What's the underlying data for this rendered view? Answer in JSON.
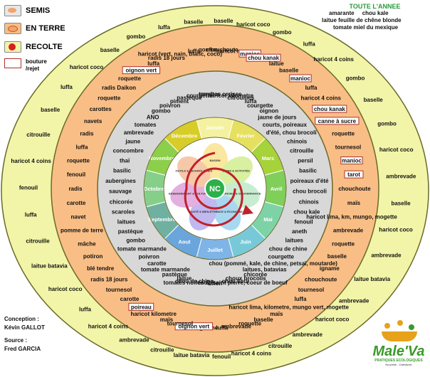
{
  "legend": {
    "semis": "SEMIS",
    "en_terre": "EN TERRE",
    "recolte": "RECOLTE",
    "bouture": "bouture",
    "rejet": "/rejet"
  },
  "toute_annee": {
    "title": "TOUTE L'ANNEE",
    "line1a": "amarante",
    "line1b": "chou kale",
    "line2": "laitue feuille de chêne blonde",
    "line3": "tomate miel du mexique"
  },
  "credits": {
    "conception_label": "Conception :",
    "conception_name": "Kévin GALLOT",
    "source_label": "Source :",
    "source_name": "Fred GARCIA"
  },
  "logo": {
    "name": "Male'Va",
    "tagline": "PRATIQUES ECOLOGIQUES",
    "subtagline": "Nouvelle - Calédonie"
  },
  "center": {
    "label": "NC"
  },
  "months": [
    "Janvier",
    "Février",
    "Mars",
    "Avril",
    "Mai",
    "Juin",
    "Juillet",
    "Aout",
    "Septembre",
    "Octobre",
    "Novembre",
    "Décembre"
  ],
  "petals": [
    "BASSIN",
    "SOINS & ACTIVITÉS",
    "FONCIER & GOUVERNANCE",
    "FINANCE & ÉCONOMIE",
    "SANTÉ & BIEN-ÊTRE",
    "ENSEIGNEMENT & CULTURE",
    "OUTILS & TECHNOLOGIES"
  ],
  "outer_labels": [
    "baselle",
    "haricot coco",
    "gombo",
    "luffa",
    "haricot 4 coins",
    "gombo",
    "baselle",
    "gombo",
    "haricot coco",
    "ambrevade",
    "baselle",
    "haricot coco",
    "ambrevade",
    "laitue batavia",
    "ambrevade",
    "haricot coco",
    "ambrevade",
    "citrouille",
    "haricot 4 coins",
    "fenouil",
    "laitue batavia",
    "citrouille",
    "ambrevade",
    "haricot 4 coins",
    "luffa",
    "haricot coco",
    "laitue batavia",
    "citrouille",
    "luffa",
    "fenouil",
    "haricot 4 coins",
    "citrouille",
    "baselle",
    "luffa",
    "haricot coco",
    "baselle",
    "gombo",
    "luffa",
    "baselle"
  ],
  "orange_labels": [
    "chouchoute",
    "haricot mungo",
    "manioc",
    "chou kanak",
    "laitue",
    "baselle",
    "manioc",
    "luffa",
    "haricot 4 coins",
    "chou kanak",
    "canne à sucre",
    "roquette",
    "tournesol",
    "manioc",
    "tarot",
    "chouchoute",
    "maïs",
    "haricot lima, km, mungo, mogette",
    "ambrevade",
    "roquette",
    "baselle",
    "igname",
    "chouchoute",
    "tournesol",
    "luffa",
    "haricot lima, kilometre, mungo vert, mogette",
    "maïs",
    "baselle",
    "roquette",
    "ambrevade",
    "luffa",
    "igname",
    "oignon vert",
    "tournesol",
    "maïs",
    "haricot kilometre",
    "poireau",
    "carotte",
    "tournesol",
    "radis 18 jours",
    "blé tendre",
    "potiron",
    "mâche",
    "pomme de terre",
    "navet",
    "carotte",
    "radis",
    "fenouil",
    "roquette",
    "luffa",
    "radis",
    "navets",
    "carottes",
    "roquette",
    "radis Daikon",
    "roquette",
    "oignon vert",
    "luffa",
    "radis 18 jours",
    "haricot (vert, nain, blanc, coco)",
    "luffa",
    "gombo"
  ],
  "grey_labels": [
    "tomates cerises",
    "haricot kilometre",
    "citrouilles",
    "luffa",
    "courgette",
    "oignon",
    "jaune de jours",
    "courts, poireaux",
    "d'été, chou brocoli",
    "chinois",
    "citrouille",
    "persil",
    "basilic",
    "poireaux d'été",
    "chou brocoli",
    "chinois",
    "chou kale",
    "fenouil",
    "aneth",
    "laitues",
    "chou de chine",
    "courgette",
    "chou (pommé, kale, de chine, petsaï, moutarde)",
    "laitues, batavias",
    "chicorée",
    "choux brocolis",
    "chou fleur",
    "tomates noires C, saint pierre, coeur de boeuf",
    "celeri",
    "fenouil",
    "chou de chine",
    "laitue",
    "pastèque",
    "tomate marmande",
    "carotte",
    "poivron",
    "tomate marmande",
    "gombo",
    "pastèque",
    "laitues",
    "scaroles",
    "chicorée",
    "sauvage",
    "aubergines",
    "basilic",
    "thaï",
    "concombre",
    "jaune",
    "ambrevade",
    "tomates",
    "ANO",
    "gombo",
    "poivron",
    "piment",
    "pastèque",
    "courgette",
    "gombos"
  ]
}
